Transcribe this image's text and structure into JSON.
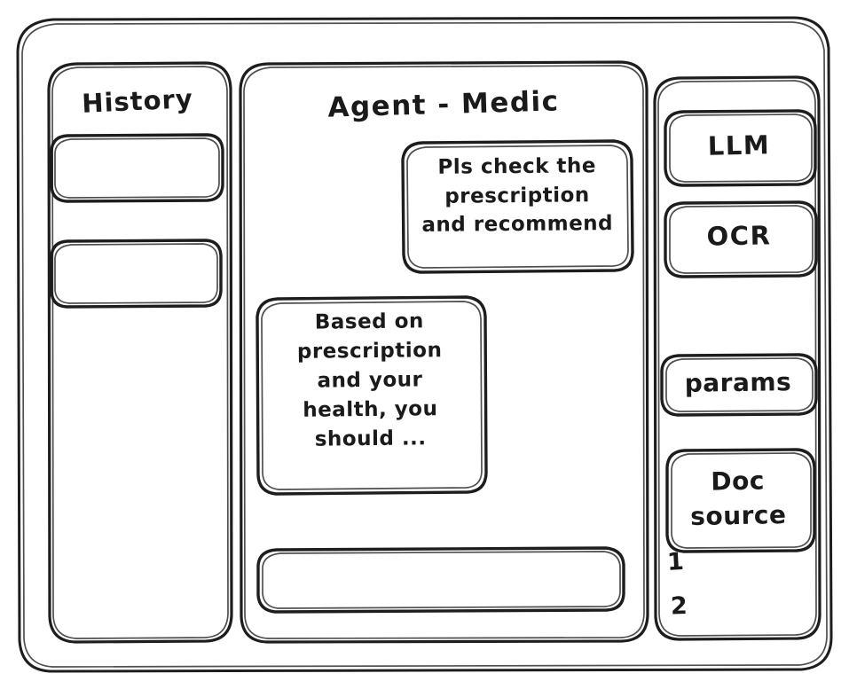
{
  "window": {
    "name": "sketch-wireframe-window"
  },
  "history_panel": {
    "title": "History",
    "items": [
      {
        "name": "history-item-1",
        "label": ""
      },
      {
        "name": "history-item-2",
        "label": ""
      }
    ]
  },
  "main_panel": {
    "title": "Agent - Medic",
    "messages": [
      {
        "role": "user",
        "text": "Pls check the\nprescription\nand recommend"
      },
      {
        "role": "assistant",
        "text": "Based on\nprescription\nand your\nhealth, you\nshould ..."
      }
    ],
    "composer": {
      "value": "",
      "placeholder": ""
    }
  },
  "sidebar": {
    "tools": [
      {
        "name": "tool-llm",
        "label": "LLM"
      },
      {
        "name": "tool-ocr",
        "label": "OCR"
      }
    ],
    "params": {
      "label": "params"
    },
    "doc_source": {
      "label": "Doc\nsource",
      "items": [
        {
          "label": "1"
        },
        {
          "label": "2"
        }
      ]
    }
  },
  "style": {
    "ink": "#1d1d1d",
    "paper": "#ffffff"
  }
}
